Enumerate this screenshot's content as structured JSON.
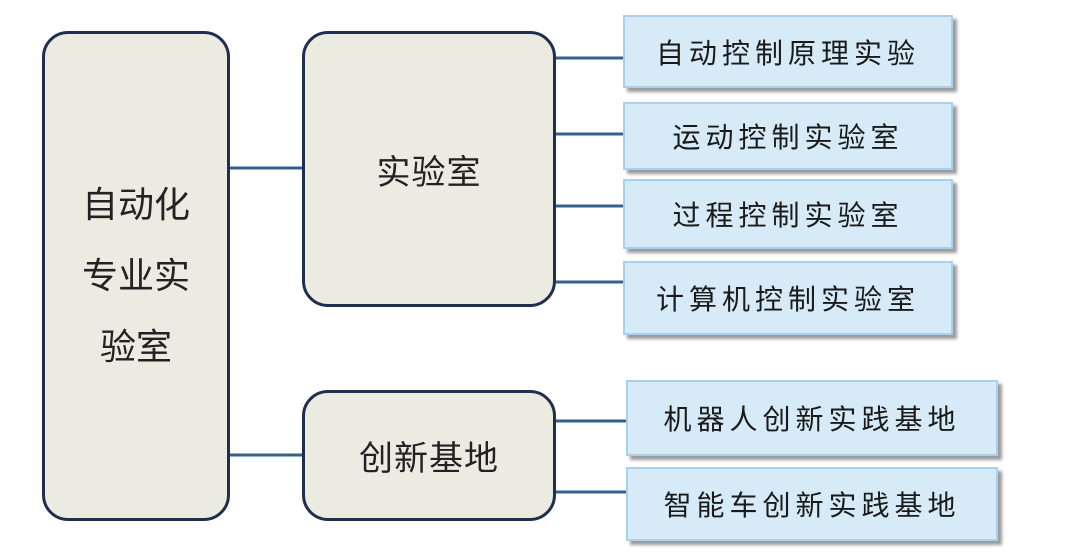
{
  "root": {
    "label_lines": [
      "自动化",
      "专业实",
      "验室"
    ]
  },
  "branches": [
    {
      "label": "实验室",
      "children": [
        "自动控制原理实验",
        "运动控制实验室",
        "过程控制实验室",
        "计算机控制实验室"
      ]
    },
    {
      "label": "创新基地",
      "children": [
        "机器人创新实践基地",
        "智能车创新实践基地"
      ]
    }
  ],
  "colors": {
    "connector": "#33608f",
    "rounded_box_fill": "#ecebe2",
    "rounded_box_border": "#1f2f4d",
    "leaf_fill": "#d6ebf7",
    "leaf_border": "#a9d0ec"
  }
}
